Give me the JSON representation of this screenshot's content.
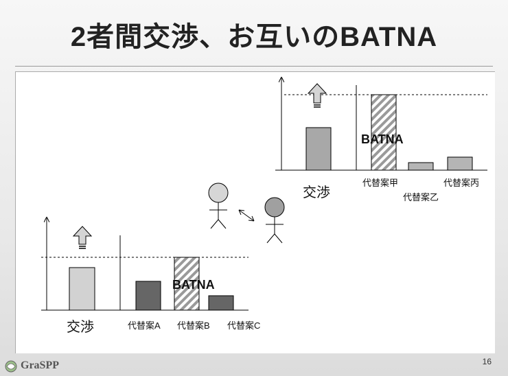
{
  "title": "2者間交渉、お互いのBATNA",
  "upper": {
    "negotiation_label": "交渉",
    "batna_label": "BATNA",
    "alt_labels": [
      "代替案甲",
      "代替案乙",
      "代替案丙"
    ]
  },
  "lower": {
    "negotiation_label": "交渉",
    "batna_label": "BATNA",
    "alt_labels": [
      "代替案A",
      "代替案B",
      "代替案C"
    ]
  },
  "footer": {
    "logo_text": "GraSPP",
    "page_number": "16"
  },
  "colors": {
    "negotiation_bar_upper": "#a8a8a8",
    "negotiation_bar_lower": "#d2d2d2",
    "alt_bar_upper": "#b5b5b5",
    "alt_bar_lower": "#666666",
    "person_left": "#d6d6d6",
    "person_right": "#a0a0a0"
  }
}
